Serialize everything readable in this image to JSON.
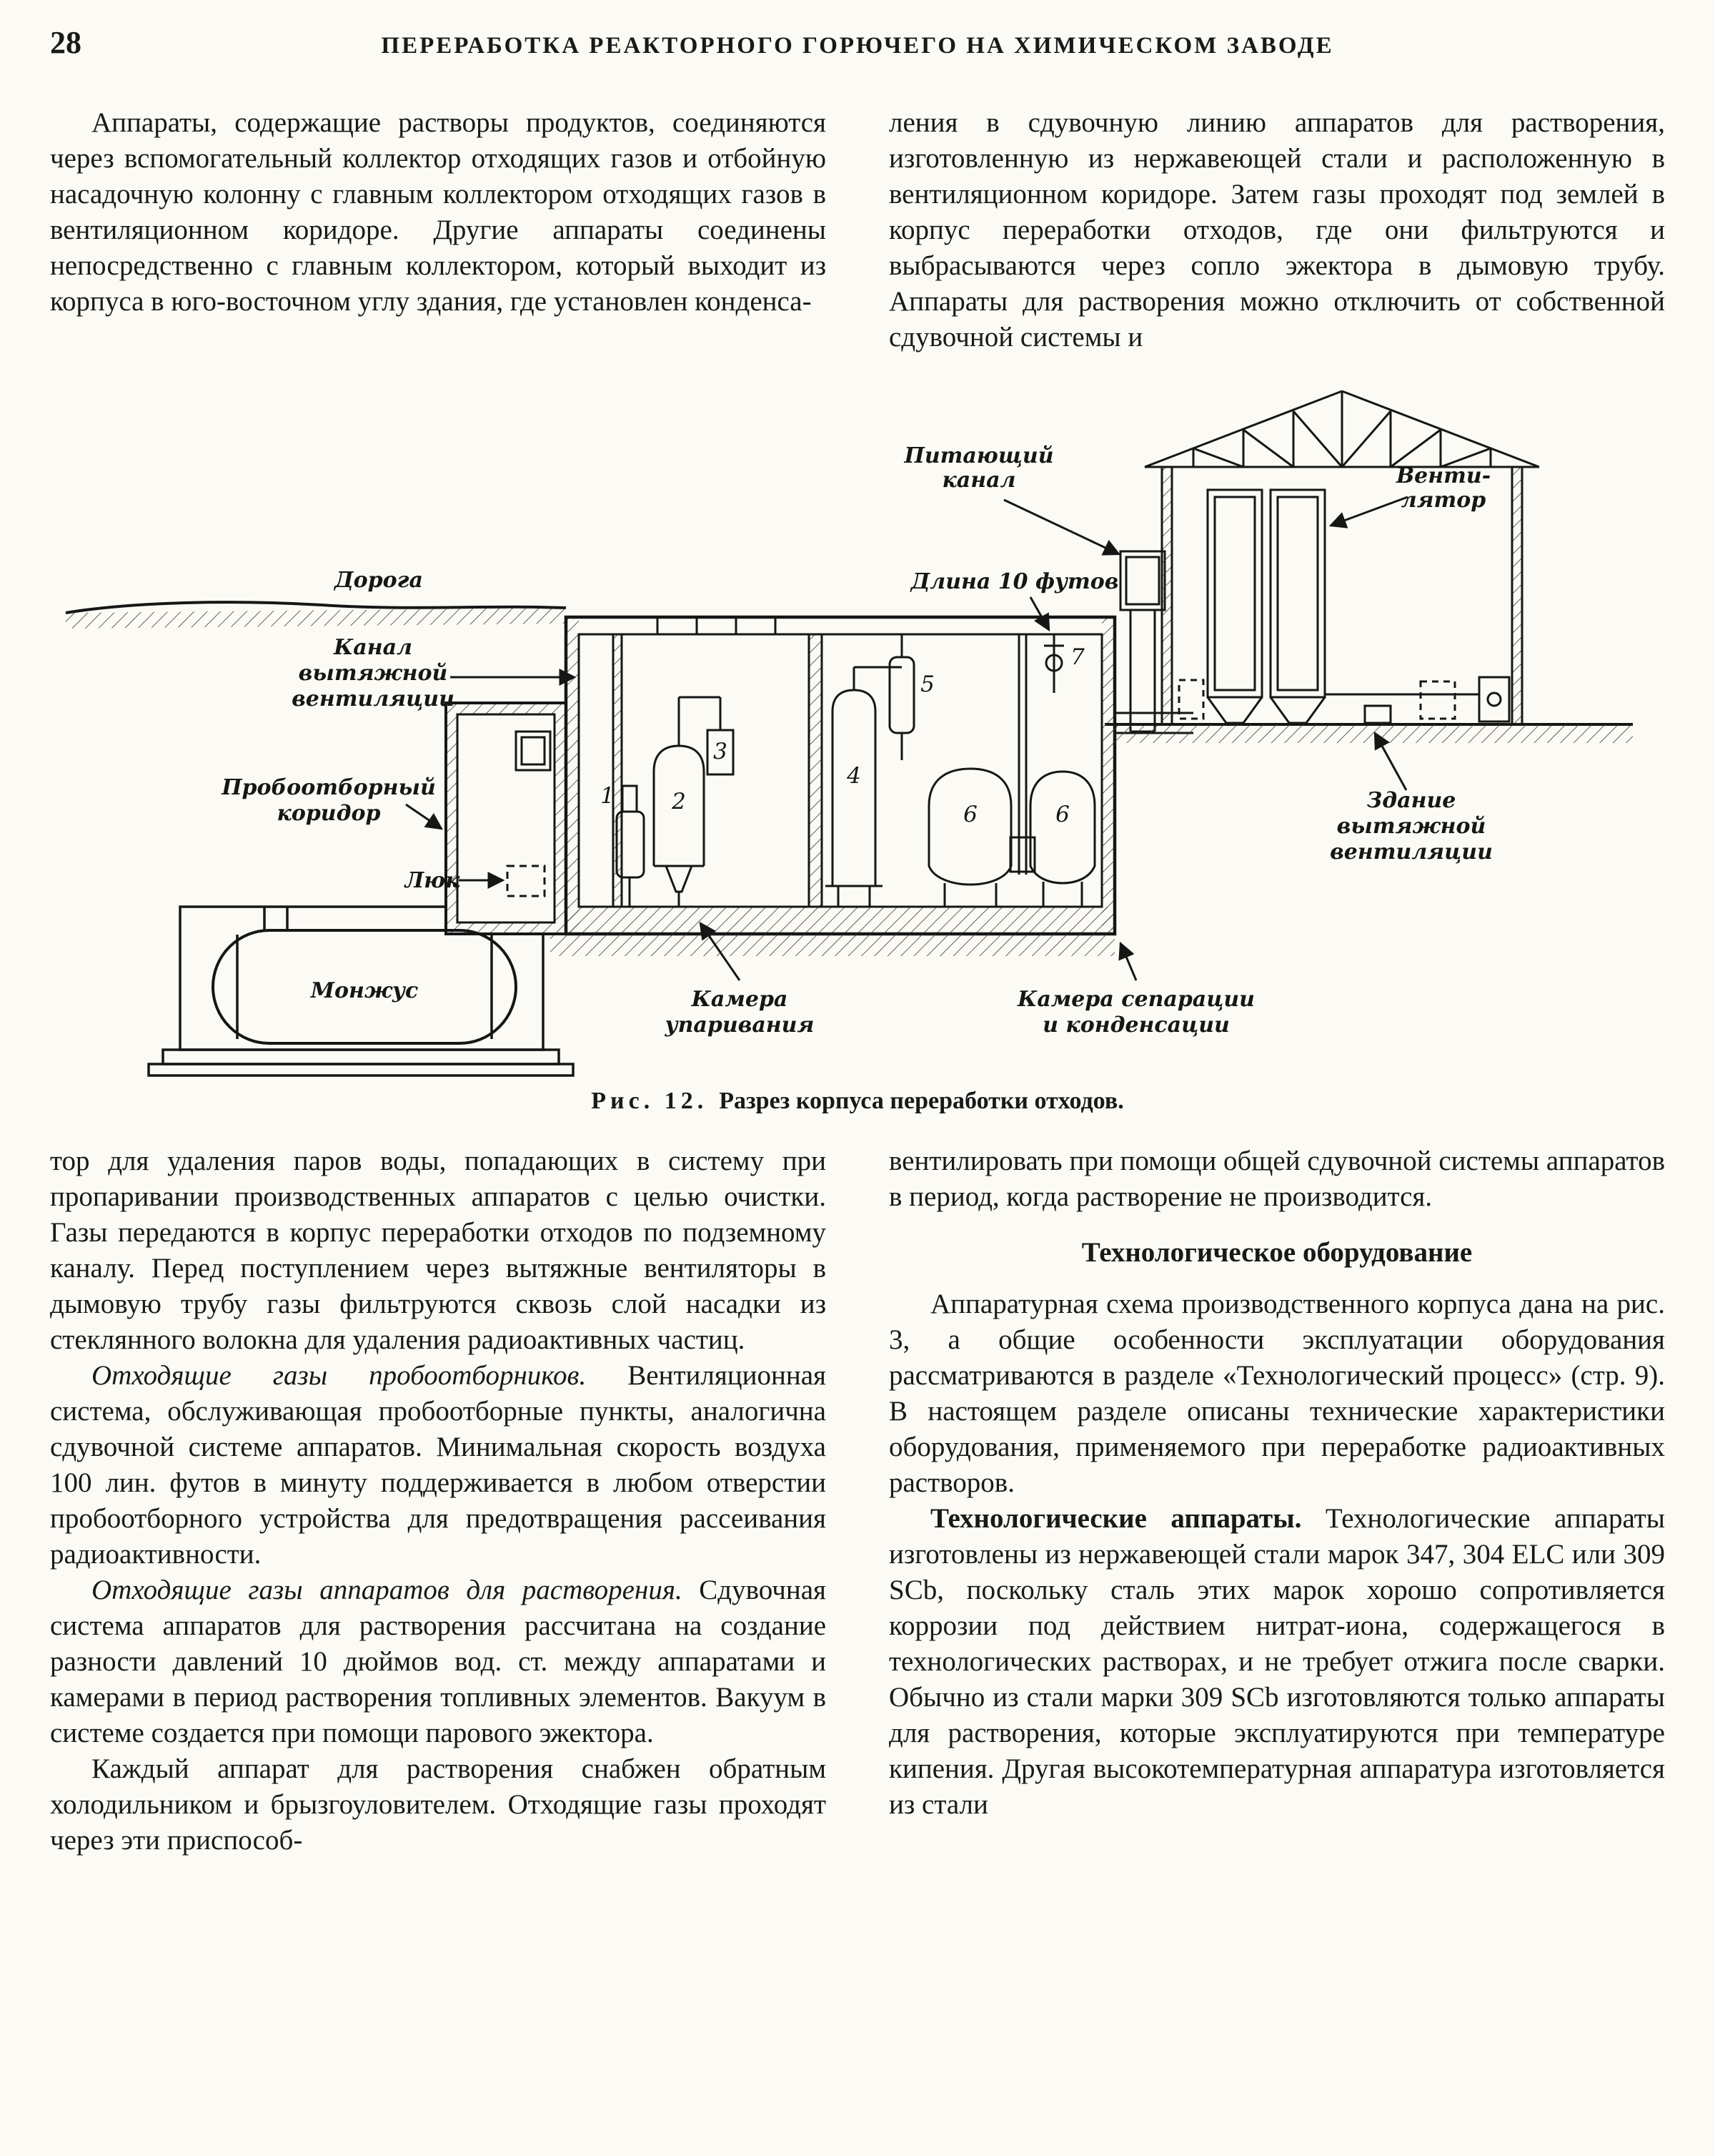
{
  "page": {
    "number": "28",
    "running_title": "ПЕРЕРАБОТКА РЕАКТОРНОГО ГОРЮЧЕГО НА ХИМИЧЕСКОМ ЗАВОДЕ"
  },
  "top": {
    "left_p": "Аппараты, содержащие растворы продуктов, соединяются через вспомогательный коллектор отходящих газов и отбойную насадочную колонну с главным коллектором отходящих газов в вентиляционном коридоре. Другие аппараты соединены непосредственно с главным коллектором, который выходит из корпуса в юго-восточном углу здания, где установлен конденса-",
    "right_p": "ления в сдувочную линию аппаратов для растворения, изготовленную из нержавеющей стали и расположенную в вентиляционном коридоре. Затем газы проходят под землей в корпус переработки отходов, где они фильтруются и выбрасываются через сопло эжектора в дымовую трубу. Аппараты для растворения можно отключить от собственной сдувочной системы и"
  },
  "figure": {
    "caption_label": "Рис. 12.",
    "caption_text": "Разрез корпуса переработки отходов.",
    "labels": {
      "road": "Дорога",
      "feed_channel_1": "Питающий",
      "feed_channel_2": "канал",
      "fan_1": "Венти-",
      "fan_2": "лятор",
      "length": "Длина 10 футов",
      "vent_channel_1": "Канал",
      "vent_channel_2": "вытяжной",
      "vent_channel_3": "вентиляции",
      "sampling_1": "Пробоотборный",
      "sampling_2": "коридор",
      "hatch": "Люк",
      "montejus": "Монжус",
      "evap_1": "Камера",
      "evap_2": "упаривания",
      "sep_1": "Камера сепарации",
      "sep_2": "и конденсации",
      "exhaust_bld_1": "Здание",
      "exhaust_bld_2": "вытяжной",
      "exhaust_bld_3": "вентиляции"
    },
    "numbers": {
      "n1": "1",
      "n2": "2",
      "n3": "3",
      "n4": "4",
      "n5": "5",
      "n6a": "6",
      "n6b": "6",
      "n7": "7"
    }
  },
  "bottom": {
    "left": {
      "p1": "тор для удаления паров воды, попадающих в систему при пропаривании производственных аппаратов с целью очистки. Газы передаются в корпус переработки отходов по подземному каналу. Перед поступлением через вытяжные вентиляторы в дымовую трубу газы фильтруются сквозь слой насадки из стеклянного волокна для удаления радиоактивных частиц.",
      "p2_lead": "Отходящие газы пробоотборников.",
      "p2_text": "Вентиляционная система, обслуживающая пробоотборные пункты, аналогична сдувочной системе аппаратов. Минимальная скорость воздуха 100 лин. футов в минуту поддерживается в любом отверстии пробоотборного устройства для предотвращения рассеивания радиоактивности.",
      "p3_lead": "Отходящие газы аппаратов для растворения.",
      "p3_text": "Сдувочная система аппаратов для растворения рассчитана на создание разности давлений 10 дюймов вод. ст. между аппаратами и камерами в период растворения топливных элементов. Вакуум в системе создается при помощи парового эжектора.",
      "p4": "Каждый аппарат для растворения снабжен обратным холодильником и брызгоуловителем. Отходящие газы проходят через эти приспособ-"
    },
    "right": {
      "p1": "вентилировать при помощи общей сдувочной системы аппаратов в период, когда растворение не производится.",
      "heading": "Технологическое оборудование",
      "p2": "Аппаратурная схема производственного корпуса дана на рис. 3, а общие особенности эксплуатации оборудования рассматриваются в разделе «Технологический процесс» (стр. 9). В настоящем разделе описаны технические характеристики оборудования, применяемого при переработке радиоактивных растворов.",
      "p3_lead": "Технологические аппараты.",
      "p3_text": "Технологические аппараты изготовлены из нержавеющей стали марок 347, 304 ELC или 309 SCb, поскольку сталь этих марок хорошо сопротивляется коррозии под действием нитрат-иона, содержащегося в технологических растворах, и не требует отжига после сварки. Обычно из стали марки 309 SCb изготовляются только аппараты для растворения, которые эксплуатируются при температуре кипения. Другая высокотемпературная аппаратура изготовляется из стали"
    }
  }
}
